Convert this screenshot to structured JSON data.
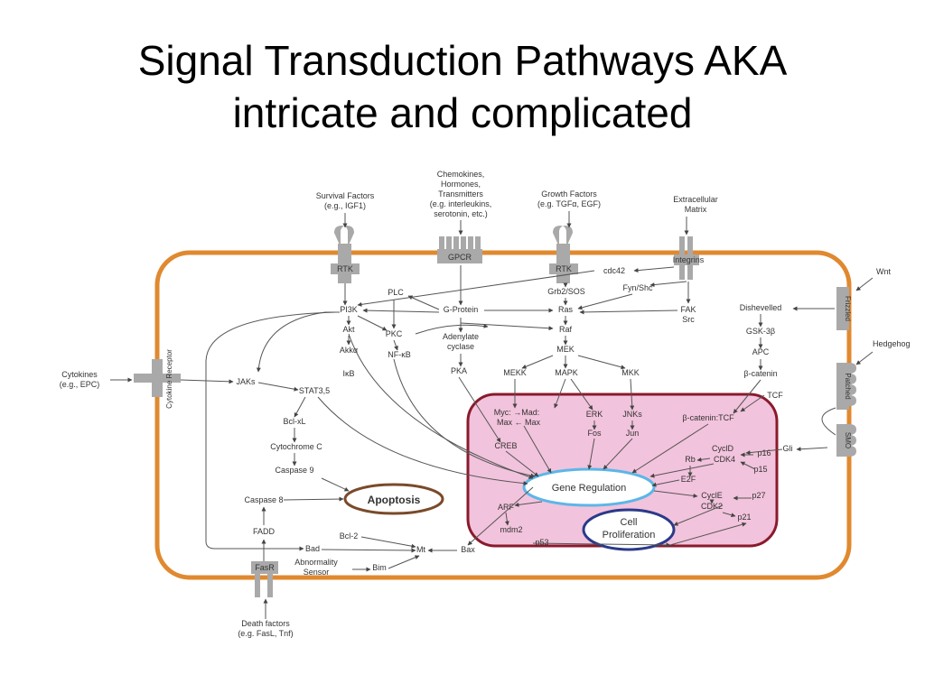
{
  "slide": {
    "title_line1": "Signal Transduction Pathways AKA",
    "title_line2": "intricate and complicated"
  },
  "colors": {
    "membrane": "#e0892f",
    "nucleus_fill": "#f2c3dc",
    "nucleus_border": "#8a1a2c",
    "receptor": "#a9a9a9",
    "gene_reg_border": "#5bb6e8",
    "apoptosis_border": "#7a4a2a",
    "prolif_border": "#2a3a8a"
  },
  "icons": [
    "rtk-receptor-icon",
    "gpcr-receptor-icon",
    "integrin-receptor-icon",
    "cytokine-receptor-icon",
    "frizzled-receptor-icon",
    "patched-receptor-icon",
    "smo-receptor-icon",
    "fasr-receptor-icon"
  ],
  "diagram": {
    "extracellular": {
      "survival": [
        "Survival Factors",
        "(e.g., IGF1)"
      ],
      "chemokines": [
        "Chemokines,",
        "Hormones,",
        "Transmitters",
        "(e.g. interleukins,",
        "serotonin, etc.)"
      ],
      "growth": [
        "Growth Factors",
        "(e.g. TGFα, EGF)"
      ],
      "matrix": [
        "Extracellular",
        "Matrix"
      ],
      "wnt": "Wnt",
      "hedgehog": "Hedgehog",
      "cytokines": [
        "Cytokines",
        "(e.g., EPC)"
      ],
      "death": [
        "Death factors",
        "(e.g. FasL, Tnf)"
      ]
    },
    "receptors": {
      "rtk1": "RTK",
      "gpcr": "GPCR",
      "rtk2": "RTK",
      "integrins": "Integrins",
      "cytokine": "Cytokine Receptor",
      "frizzled": "Frizzled",
      "patched": "Patched",
      "smo": "SMO",
      "fasr": "FasR"
    },
    "cytoplasm": {
      "cdc42": "cdc42",
      "plc": "PLC",
      "pi3k": "PI3K",
      "gprotein": "G-Protein",
      "grb2": "Grb2/SOS",
      "fynshc": "Fyn/Shc",
      "ras": "Ras",
      "fak": "FAK",
      "src": "Src",
      "akt": "Akt",
      "akka": "Akkα",
      "pkc": "PKC",
      "adenylate": [
        "Adenylate",
        "cyclase"
      ],
      "raf": "Raf",
      "dishevelled": "Dishevelled",
      "gsk": "GSK-3β",
      "apc": "APC",
      "nfkb": "NF-κB",
      "ikb": "IκB",
      "pka": "PKA",
      "mek": "MEK",
      "mekk": "MEKK",
      "mapk": "MAPK",
      "mkk": "MKK",
      "bcatenin": "β-catenin",
      "tcf": "TCF",
      "jaks": "JAKs",
      "stat": "STAT3,5",
      "bclxl": "Bcl-xL",
      "cytochrome": "Cytochrome C",
      "caspase9": "Caspase 9",
      "caspase8": "Caspase 8",
      "fadd": "FADD",
      "bcl2": "Bcl-2",
      "bad": "Bad",
      "mt": "Mt",
      "abnormality": [
        "Abnormality",
        "Sensor"
      ],
      "bim": "Bim",
      "bax": "Bax"
    },
    "nucleus": {
      "mycmad": "Myc: →Mad:",
      "maxmax": "Max ← Max",
      "erk": "ERK",
      "fos": "Fos",
      "jnks": "JNKs",
      "jun": "Jun",
      "bcat_tcf": "β-catenin:TCF",
      "creb": "CREB",
      "cyclD": "CyclD",
      "cdk4": "CDK4",
      "p16": "p16",
      "p15": "p15",
      "rb": "Rb",
      "e2f": "E2F",
      "cyclE": "CyclE",
      "p27": "p27",
      "cdk2": "CDK2",
      "p21": "p21",
      "arf": "ARF",
      "mdm2": "mdm2",
      "p53": "p53",
      "gli": "Gli"
    },
    "outcomes": {
      "gene_regulation": "Gene Regulation",
      "apoptosis": "Apoptosis",
      "cell": "Cell",
      "proliferation": "Proliferation"
    }
  }
}
